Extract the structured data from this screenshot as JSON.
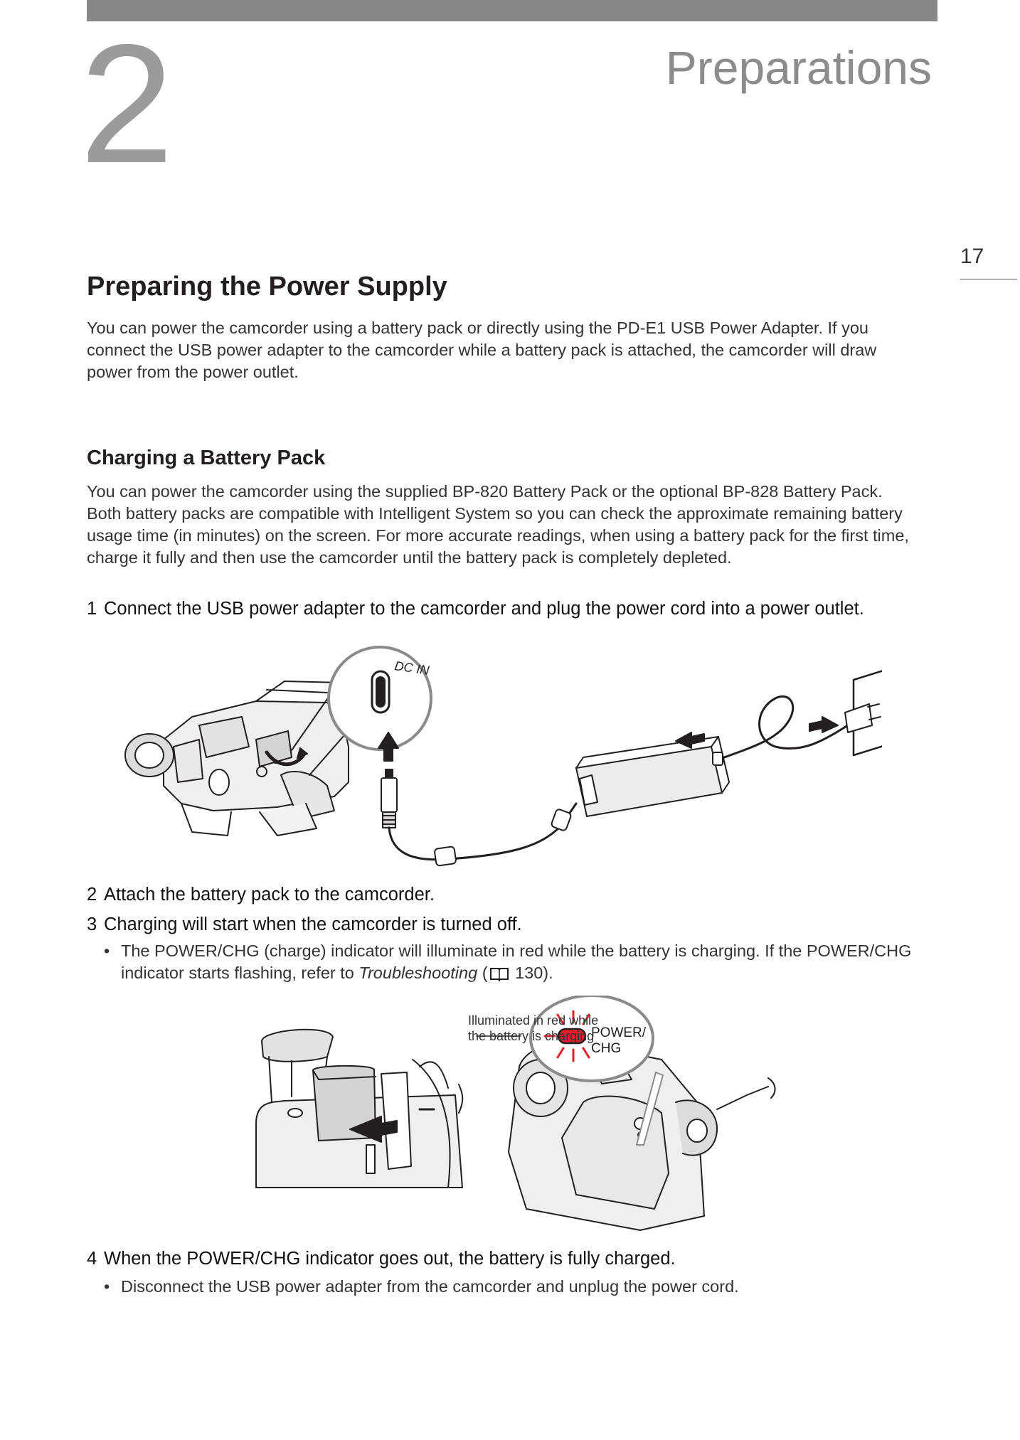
{
  "chapter": {
    "number": "2",
    "title": "Preparations"
  },
  "page_number": "17",
  "section": {
    "title": "Preparing the Power Supply",
    "intro_lines": [
      "You can power the camcorder using a battery pack or directly using the PD-E1 USB Power Adapter. If you",
      "connect the USB power adapter to the camcorder while a battery pack is attached, the camcorder will draw",
      "power from the power outlet."
    ]
  },
  "subsection": {
    "title": "Charging a Battery Pack",
    "intro_lines": [
      "You can power the camcorder using the supplied BP-820 Battery Pack or the optional BP-828 Battery Pack.",
      "Both battery packs are compatible with Intelligent System so you can check the approximate remaining battery",
      "usage time (in minutes) on the screen. For more accurate readings, when using a battery pack for the first time,",
      "charge it fully and then use the camcorder until the battery pack is completely depleted."
    ]
  },
  "steps": [
    {
      "num": "1",
      "text": "Connect the USB power adapter to the camcorder and plug the power cord into a power outlet."
    },
    {
      "num": "2",
      "text": "Attach the battery pack to the camcorder."
    },
    {
      "num": "3",
      "text": "Charging will start when the camcorder is turned off."
    },
    {
      "num": "4",
      "text": "When the POWER/CHG indicator goes out, the battery is fully charged."
    }
  ],
  "bullets": {
    "step3_line1": "The POWER/CHG (charge) indicator will illuminate in red while the battery is charging. If the POWER/CHG",
    "step3_line2_pre": "indicator starts flashing, refer to ",
    "step3_line2_ref": "Troubleshooting",
    "step3_line2_open": " (",
    "step3_line2_page": " 130).",
    "step4": "Disconnect the USB power adapter from the camcorder and unplug the power cord."
  },
  "figure1": {
    "port_label": "DC IN"
  },
  "figure2": {
    "callout_line1": "Illuminated in red while",
    "callout_line2": "the battery is charging",
    "indicator_label_line1": "POWER/",
    "indicator_label_line2": "CHG"
  },
  "colors": {
    "indicator_red": "#e0202a",
    "chapter_gray": "#8c8c8c",
    "bar_gray": "#878787"
  },
  "icons": [
    "book-reference-icon",
    "arrow-up-icon",
    "arrow-left-icon"
  ]
}
